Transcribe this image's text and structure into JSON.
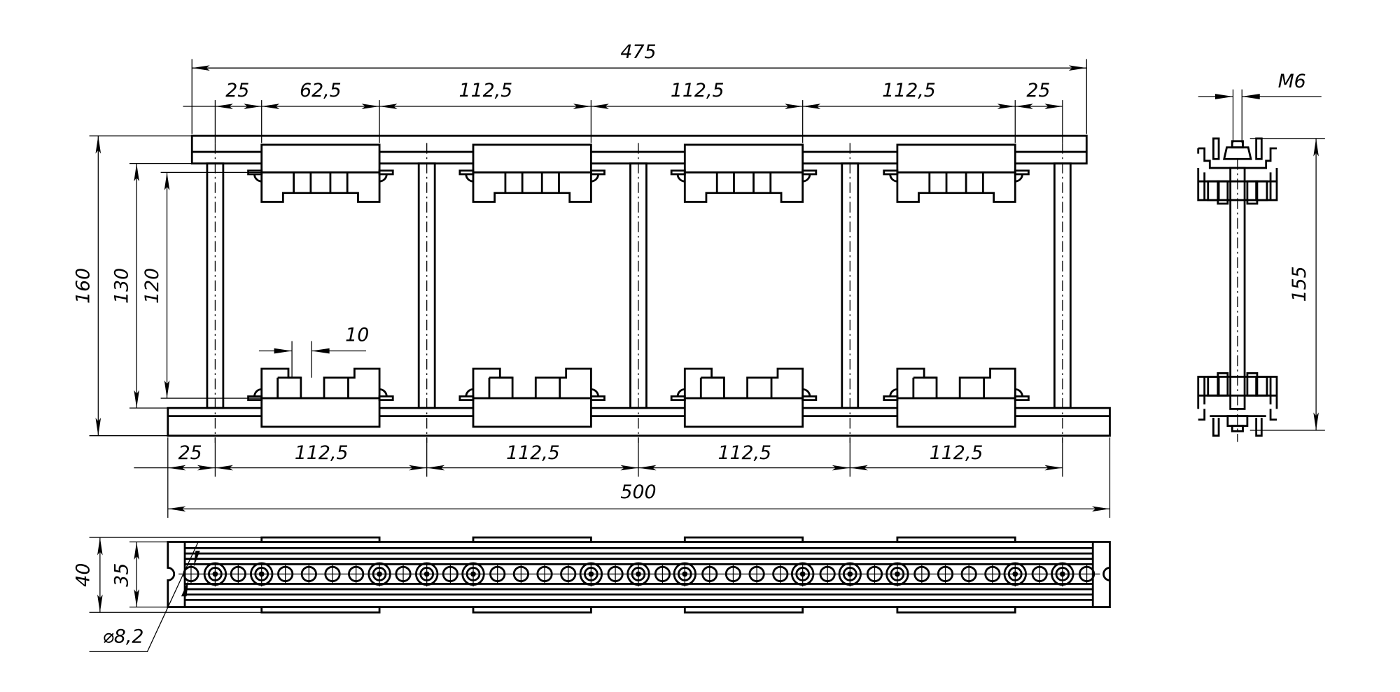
{
  "drawing": {
    "colors": {
      "line": "#000000",
      "background": "#ffffff"
    },
    "top_view": {
      "overall_length": "475",
      "segments": [
        "25",
        "62,5",
        "112,5",
        "112,5",
        "112,5",
        "25"
      ],
      "heights": [
        "160",
        "130",
        "120"
      ],
      "slot_width": "10",
      "bottom_segments": [
        "25",
        "112,5",
        "112,5",
        "112,5",
        "112,5"
      ],
      "base_length": "500"
    },
    "side_view": {
      "thread": "M6",
      "height": "155"
    },
    "plan_view": {
      "width_outer": "40",
      "width_inner": "35",
      "hole_diameter": "⌀8,2"
    }
  }
}
